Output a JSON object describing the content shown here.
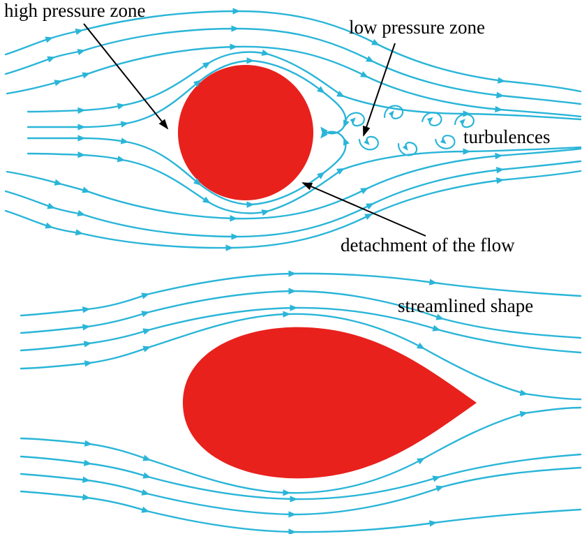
{
  "diagram": {
    "labels": {
      "high_pressure": "high pressure zone",
      "low_pressure": "low pressure zone",
      "turbulences": "turbulences",
      "detachment": "detachment of the flow",
      "streamlined": "streamlined shape"
    },
    "colors": {
      "stream": "#2ab5d8",
      "body": "#e8211d",
      "ink": "#000000",
      "background": "#ffffff"
    }
  }
}
